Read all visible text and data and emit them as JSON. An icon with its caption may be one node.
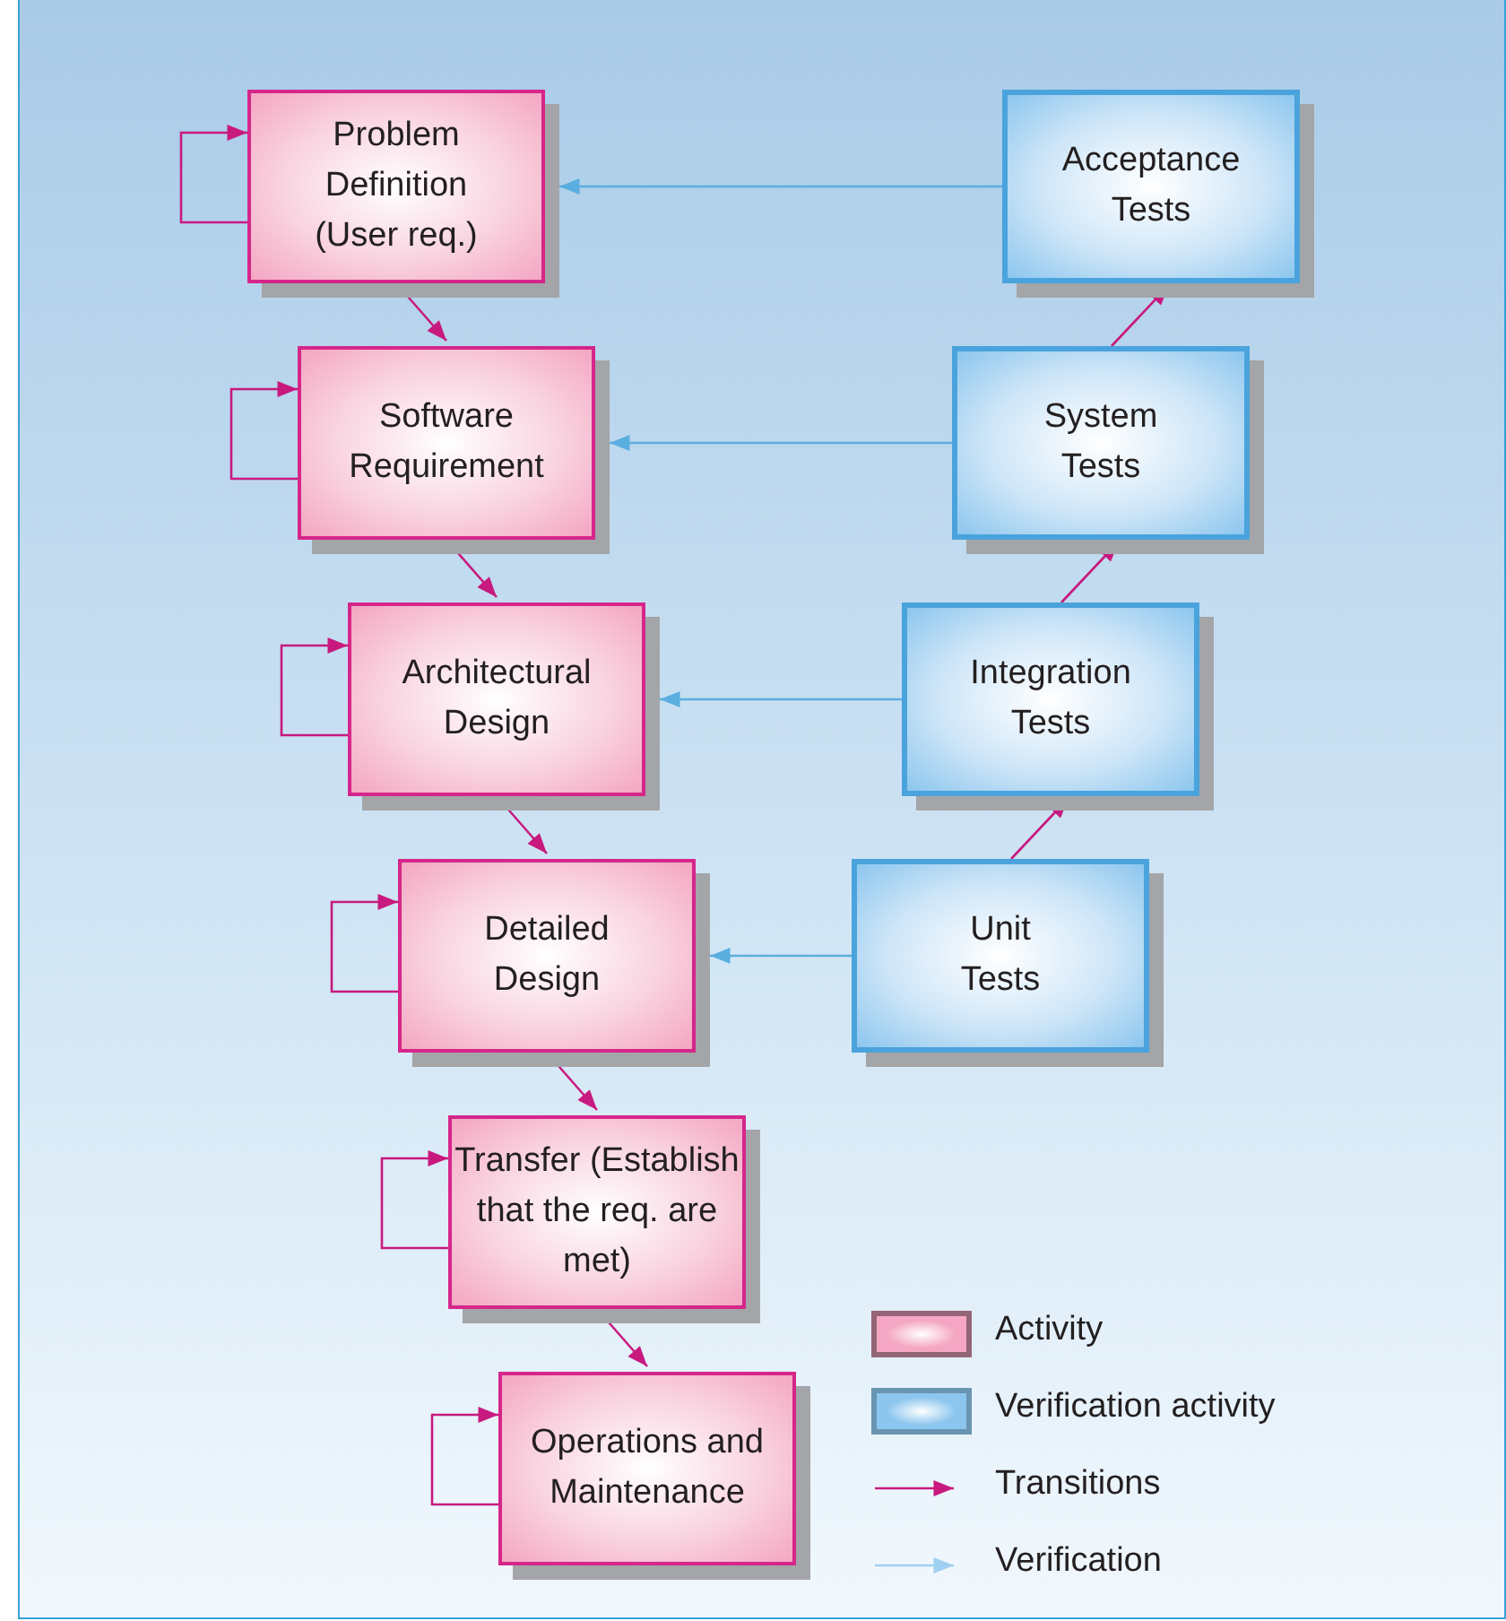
{
  "diagram": {
    "nodes": [
      {
        "text": [
          "Problem Definition (User req.)"
        ]
      },
      {
        "text": [
          "Software Requirement"
        ]
      },
      {
        "text": [
          "Architectural Design"
        ]
      },
      {
        "text": [
          "Detailed Design"
        ]
      },
      {
        "text": [
          "Transfer (Establish that the req. are met)"
        ]
      },
      {
        "text": [
          "Operations and Maintenance"
        ]
      },
      {
        "text": [
          "Acceptance Tests"
        ]
      },
      {
        "text": [
          "System Tests"
        ]
      },
      {
        "text": [
          "Integration Tests"
        ]
      },
      {
        "text": [
          "Unit Tests"
        ]
      }
    ],
    "edges": [
      {
        "from": 0,
        "to": 0,
        "arrow": "to"
      },
      {
        "from": 0,
        "to": 1,
        "arrow": "to"
      },
      {
        "from": 1,
        "to": 1,
        "arrow": "to"
      },
      {
        "from": 1,
        "to": 2,
        "arrow": "to"
      },
      {
        "from": 2,
        "to": 2,
        "arrow": "to"
      },
      {
        "from": 2,
        "to": 3,
        "arrow": "to"
      },
      {
        "from": 3,
        "to": 3,
        "arrow": "to"
      },
      {
        "from": 3,
        "to": 4,
        "arrow": "to"
      },
      {
        "from": 4,
        "to": 4,
        "arrow": "to"
      },
      {
        "from": 4,
        "to": 5,
        "arrow": "to"
      },
      {
        "from": 5,
        "to": 5,
        "arrow": "to"
      },
      {
        "from": 6,
        "to": 0,
        "arrow": "to",
        "color": "#5aaee0"
      },
      {
        "from": 7,
        "to": 1,
        "arrow": "to",
        "color": "#5aaee0"
      },
      {
        "from": 8,
        "to": 2,
        "arrow": "to",
        "color": "#5aaee0"
      },
      {
        "from": 9,
        "to": 3,
        "arrow": "to",
        "color": "#5aaee0"
      },
      {
        "from": 9,
        "to": 8,
        "arrow": "to"
      },
      {
        "from": 8,
        "to": 7,
        "arrow": "to"
      },
      {
        "from": 7,
        "to": 6,
        "arrow": "to"
      }
    ],
    "legend": [
      {
        "text": "Activity",
        "color": "#f4a6c2"
      },
      {
        "text": "Verification activity",
        "color": "#8cc6ee"
      },
      {
        "text": "Transitions"
      },
      {
        "text": "Verification"
      }
    ]
  }
}
